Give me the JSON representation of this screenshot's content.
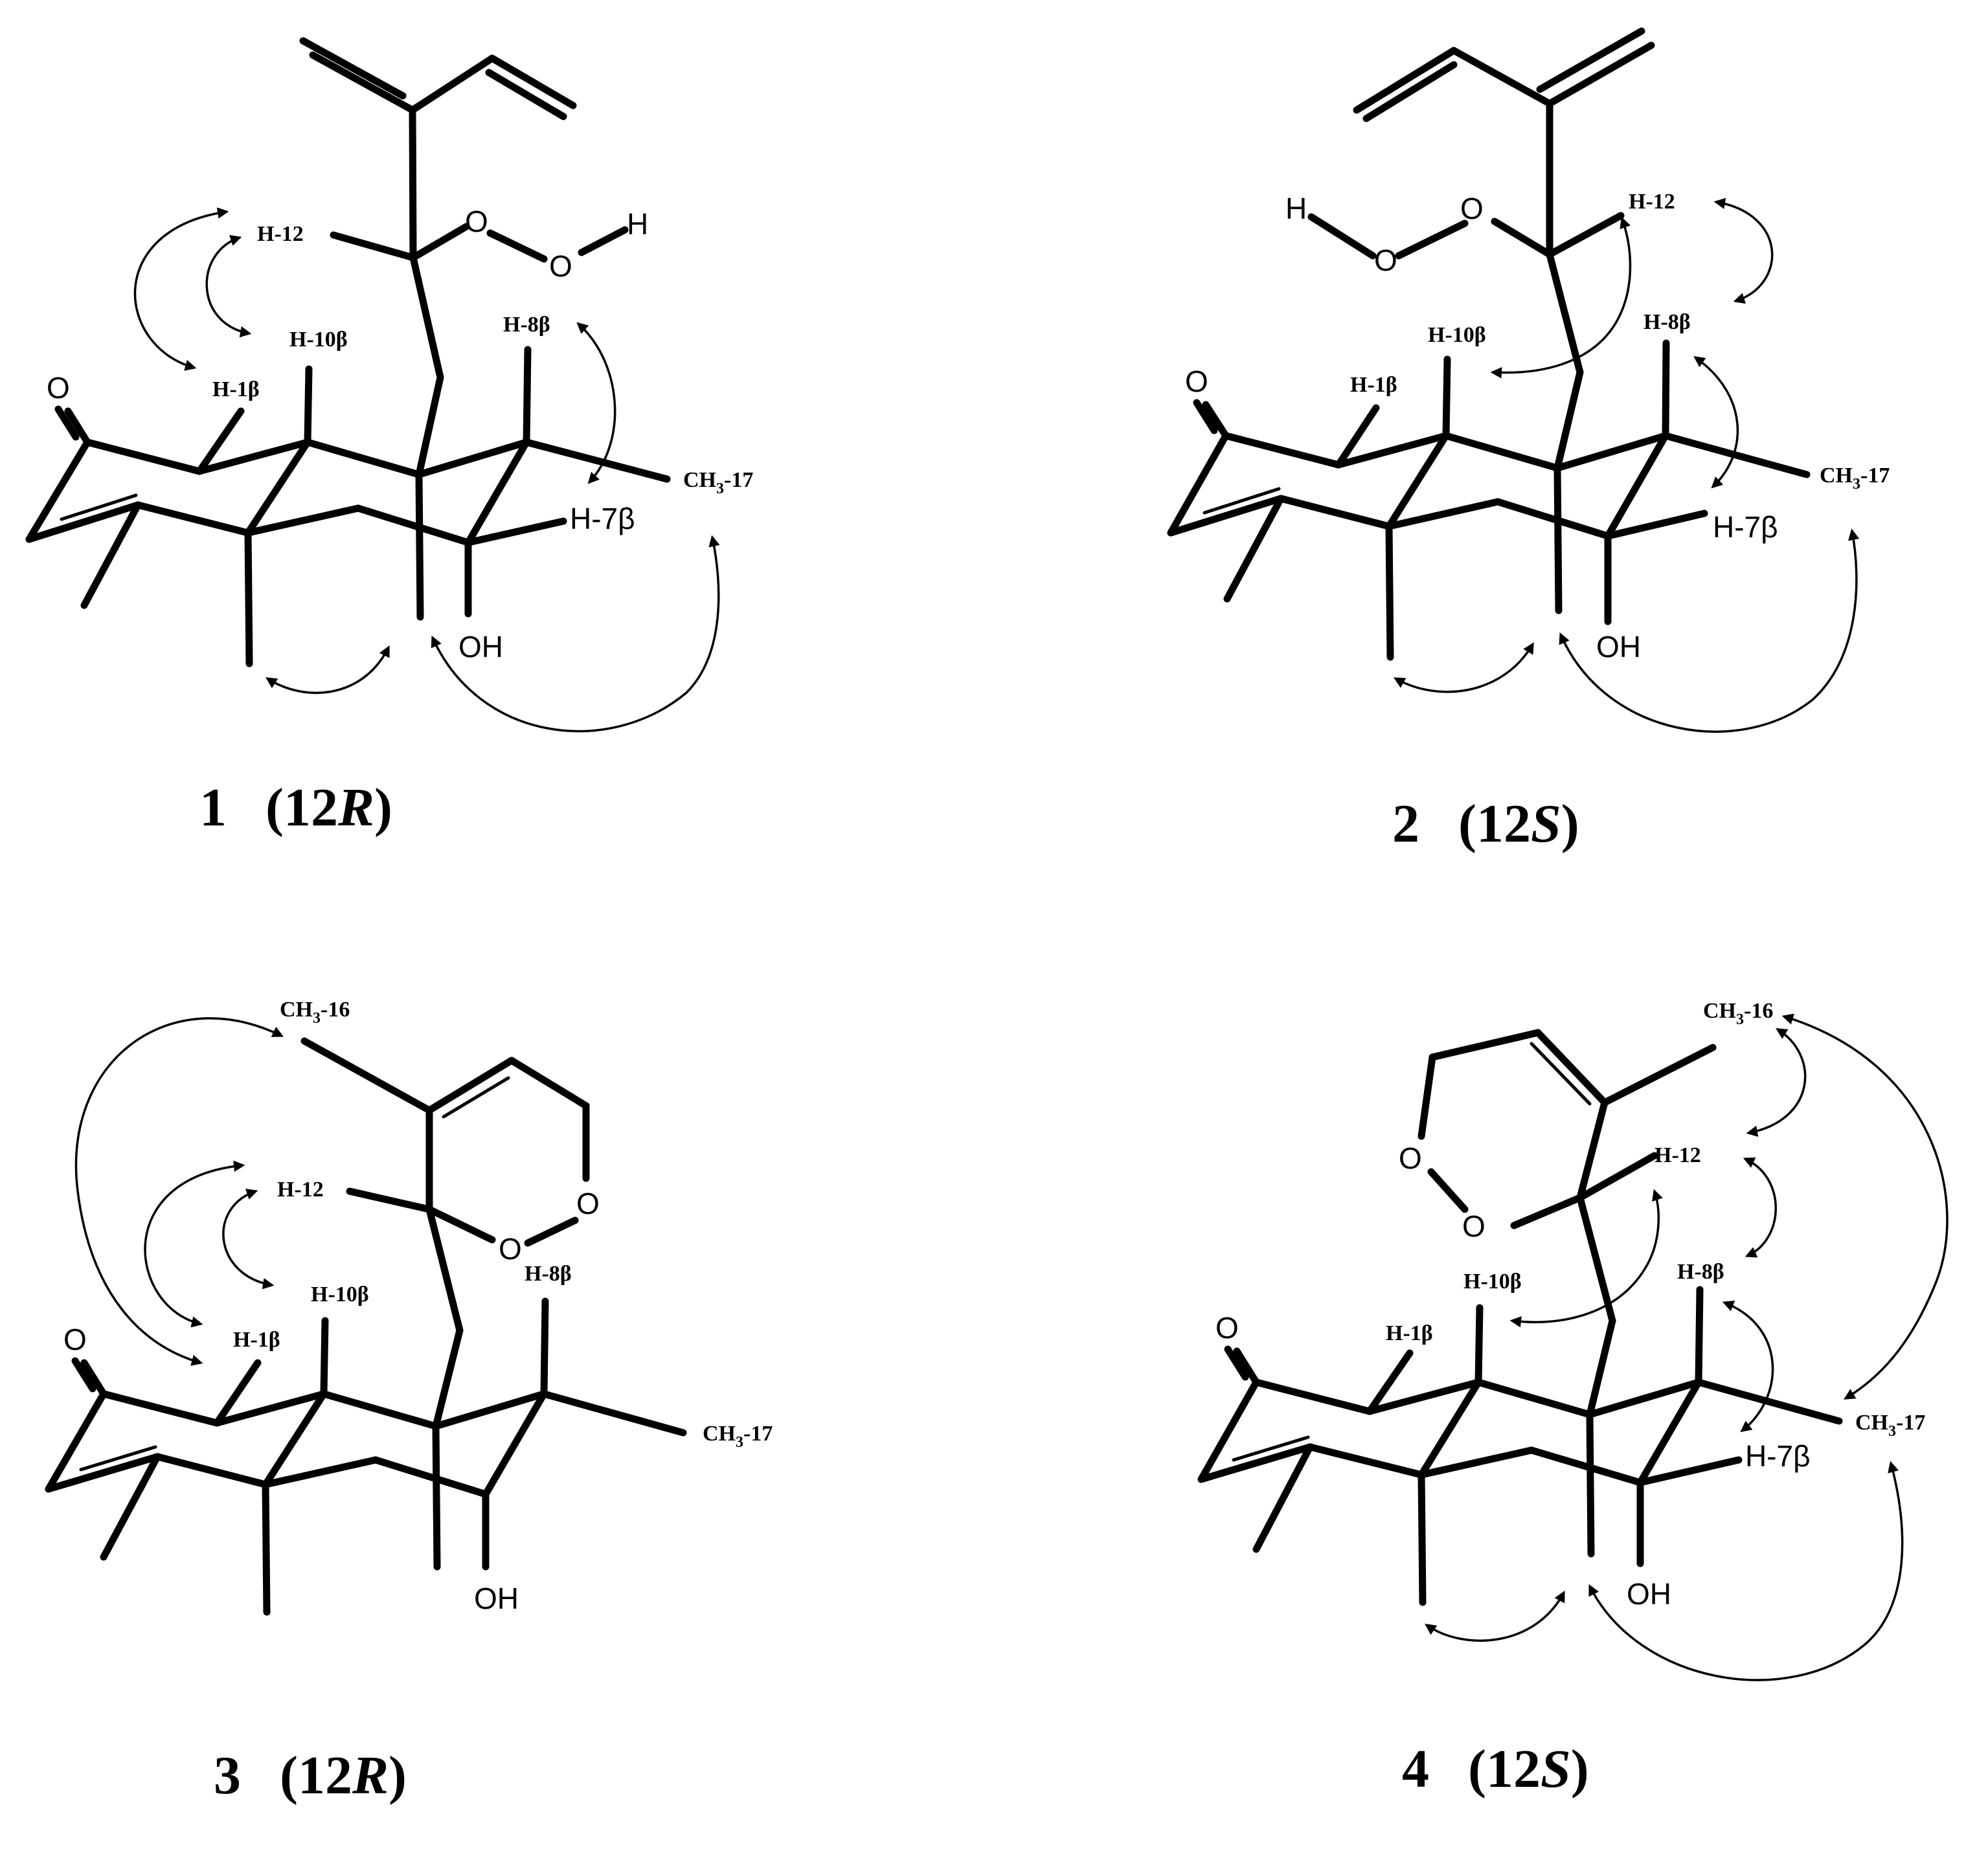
{
  "panels": [
    {
      "id": "1",
      "caption": {
        "number": "1",
        "open": "(12",
        "config": "R",
        "close": ")"
      },
      "atoms": {
        "oxo": "O",
        "hydroxyl": "OH",
        "peroxy_o1": "O",
        "peroxy_o2": "O",
        "peroxy_h": "H",
        "h7": "H-7β"
      },
      "labels": {
        "h12": "H-12",
        "h10": "H-10β",
        "h1": "H-1β",
        "h8": "H-8β",
        "ch3_17": [
          "CH",
          "3",
          "-17"
        ]
      }
    },
    {
      "id": "2",
      "caption": {
        "number": "2",
        "open": "(12",
        "config": "S",
        "close": ")"
      },
      "atoms": {
        "oxo": "O",
        "hydroxyl": "OH",
        "peroxy_o1": "O",
        "peroxy_o2": "O",
        "peroxy_h": "H",
        "h7": "H-7β"
      },
      "labels": {
        "h12": "H-12",
        "h10": "H-10β",
        "h1": "H-1β",
        "h8": "H-8β",
        "ch3_17": [
          "CH",
          "3",
          "-17"
        ]
      }
    },
    {
      "id": "3",
      "caption": {
        "number": "3",
        "open": "(12",
        "config": "R",
        "close": ")"
      },
      "atoms": {
        "oxo": "O",
        "hydroxyl": "OH",
        "ring_o1": "O",
        "ring_o2": "O"
      },
      "labels": {
        "ch3_16": [
          "CH",
          "3",
          "-16"
        ],
        "h12": "H-12",
        "h10": "H-10β",
        "h1": "H-1β",
        "h8": "H-8β",
        "ch3_17": [
          "CH",
          "3",
          "-17"
        ]
      }
    },
    {
      "id": "4",
      "caption": {
        "number": "4",
        "open": "(12",
        "config": "S",
        "close": ")"
      },
      "atoms": {
        "oxo": "O",
        "hydroxyl": "OH",
        "ring_o1": "O",
        "ring_o2": "O",
        "h7": "H-7β"
      },
      "labels": {
        "ch3_16": [
          "CH",
          "3",
          "-16"
        ],
        "h12": "H-12",
        "h10": "H-10β",
        "h1": "H-1β",
        "h8": "H-8β",
        "ch3_17": [
          "CH",
          "3",
          "-17"
        ]
      }
    }
  ]
}
